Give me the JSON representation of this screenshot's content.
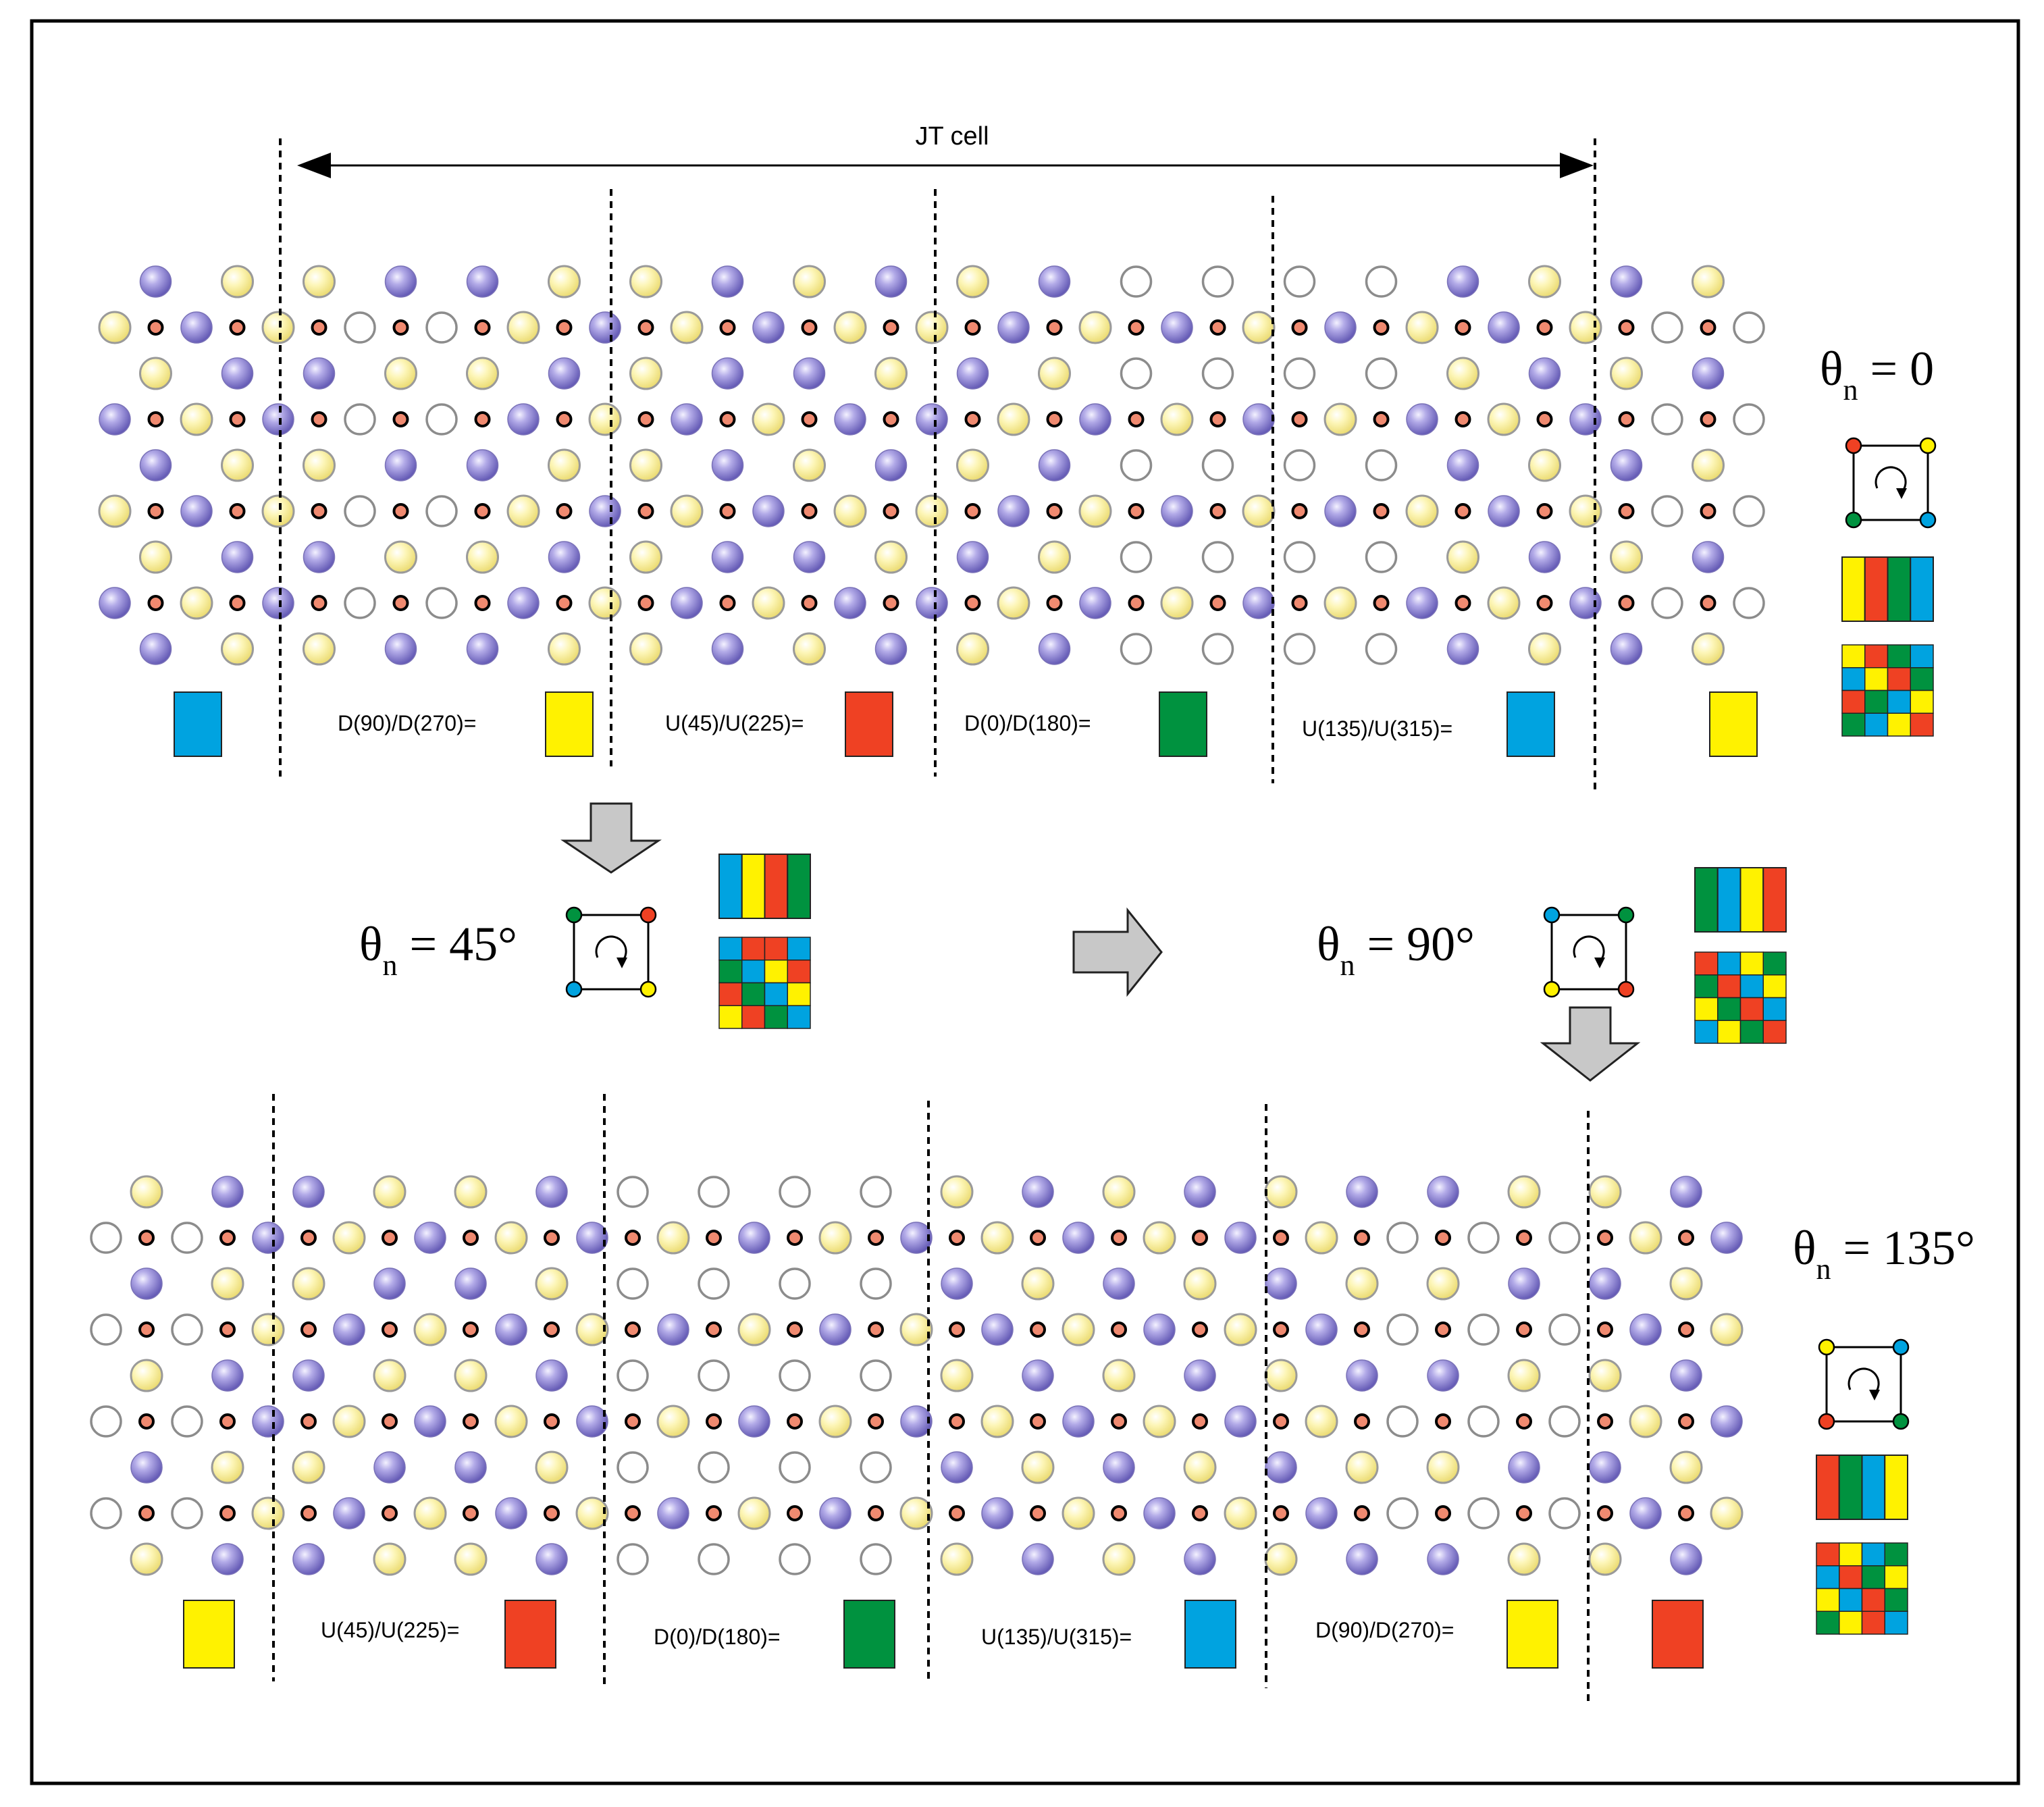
{
  "colors": {
    "yellow": "#fff200",
    "red": "#ef4123",
    "green": "#00923f",
    "blue": "#00a3e0",
    "purple_atom": "#8a80d0",
    "yellow_atom": "#fbf2a0",
    "empty_atom_stroke": "#8c8c8c",
    "small_atom": "#f08a70",
    "arrow_fill": "#c8c8c8"
  },
  "jt_cell_label": "JT cell",
  "thetas": {
    "top": {
      "sym": "θ",
      "sub": "n",
      "val": " = 0"
    },
    "mid_left": {
      "sym": "θ",
      "sub": "n",
      "val": " = 45°"
    },
    "mid_right": {
      "sym": "θ",
      "sub": "n",
      "val": " = 90°"
    },
    "bottom": {
      "sym": "θ",
      "sub": "n",
      "val": " = 135°"
    }
  },
  "top_labels": {
    "l1": "D(90)/D(270)=",
    "l2": "U(45)/U(225)=",
    "l3": "D(0)/D(180)=",
    "l4": "U(135)/U(315)="
  },
  "bottom_labels": {
    "l1": "U(45)/U(225)=",
    "l2": "D(0)/D(180)=",
    "l3": "U(135)/U(315)=",
    "l4": "D(90)/D(270)="
  },
  "top_swatches": [
    "blue",
    "yellow",
    "red",
    "green",
    "blue",
    "yellow"
  ],
  "bottom_swatches": [
    "yellow",
    "red",
    "green",
    "blue",
    "yellow",
    "red"
  ],
  "legends": {
    "top": {
      "corners": [
        "red",
        "yellow",
        "green",
        "blue"
      ],
      "stripes": [
        "yellow",
        "red",
        "green",
        "blue"
      ],
      "grid": [
        [
          "yellow",
          "red",
          "green",
          "blue"
        ],
        [
          "blue",
          "yellow",
          "red",
          "green"
        ],
        [
          "red",
          "green",
          "blue",
          "yellow"
        ],
        [
          "green",
          "blue",
          "yellow",
          "red"
        ]
      ]
    },
    "mid_left": {
      "corners": [
        "green",
        "red",
        "blue",
        "yellow"
      ],
      "stripes": [
        "blue",
        "yellow",
        "red",
        "green"
      ],
      "grid": [
        [
          "blue",
          "red",
          "red",
          "blue"
        ],
        [
          "green",
          "blue",
          "yellow",
          "red"
        ],
        [
          "red",
          "green",
          "blue",
          "yellow"
        ],
        [
          "yellow",
          "red",
          "green",
          "blue"
        ]
      ]
    },
    "mid_right": {
      "corners": [
        "blue",
        "green",
        "yellow",
        "red"
      ],
      "stripes": [
        "green",
        "blue",
        "yellow",
        "red"
      ],
      "grid": [
        [
          "red",
          "blue",
          "yellow",
          "green"
        ],
        [
          "green",
          "red",
          "blue",
          "yellow"
        ],
        [
          "yellow",
          "green",
          "red",
          "blue"
        ],
        [
          "blue",
          "yellow",
          "green",
          "red"
        ]
      ]
    },
    "bottom": {
      "corners": [
        "yellow",
        "blue",
        "red",
        "green"
      ],
      "stripes": [
        "red",
        "green",
        "blue",
        "yellow"
      ],
      "grid": [
        [
          "red",
          "yellow",
          "blue",
          "green"
        ],
        [
          "blue",
          "red",
          "green",
          "yellow"
        ],
        [
          "yellow",
          "blue",
          "red",
          "green"
        ],
        [
          "green",
          "yellow",
          "red",
          "blue"
        ]
      ]
    }
  }
}
